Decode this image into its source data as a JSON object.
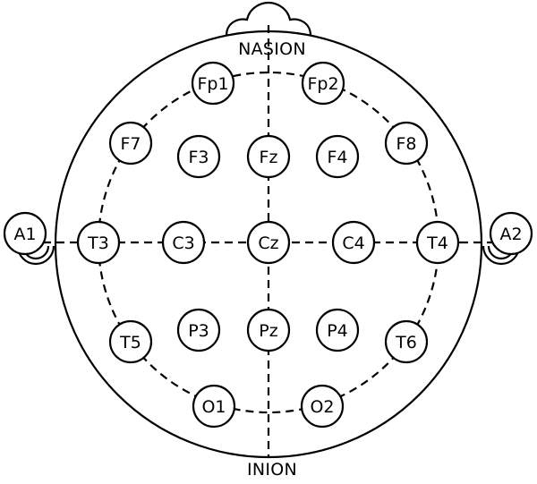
{
  "landmarks": {
    "nasion": "NASION",
    "inion": "INION"
  },
  "ears": {
    "left": "A1",
    "right": "A2"
  },
  "electrodes": [
    {
      "id": "fp1",
      "label": "Fp1"
    },
    {
      "id": "fp2",
      "label": "Fp2"
    },
    {
      "id": "f7",
      "label": "F7"
    },
    {
      "id": "f3",
      "label": "F3"
    },
    {
      "id": "fz",
      "label": "Fz"
    },
    {
      "id": "f4",
      "label": "F4"
    },
    {
      "id": "f8",
      "label": "F8"
    },
    {
      "id": "t3",
      "label": "T3"
    },
    {
      "id": "c3",
      "label": "C3"
    },
    {
      "id": "cz",
      "label": "Cz"
    },
    {
      "id": "c4",
      "label": "C4"
    },
    {
      "id": "t4",
      "label": "T4"
    },
    {
      "id": "t5",
      "label": "T5"
    },
    {
      "id": "p3",
      "label": "P3"
    },
    {
      "id": "pz",
      "label": "Pz"
    },
    {
      "id": "p4",
      "label": "P4"
    },
    {
      "id": "t6",
      "label": "T6"
    },
    {
      "id": "o1",
      "label": "O1"
    },
    {
      "id": "o2",
      "label": "O2"
    }
  ],
  "colors": {
    "stroke": "#000000",
    "background": "#ffffff"
  }
}
